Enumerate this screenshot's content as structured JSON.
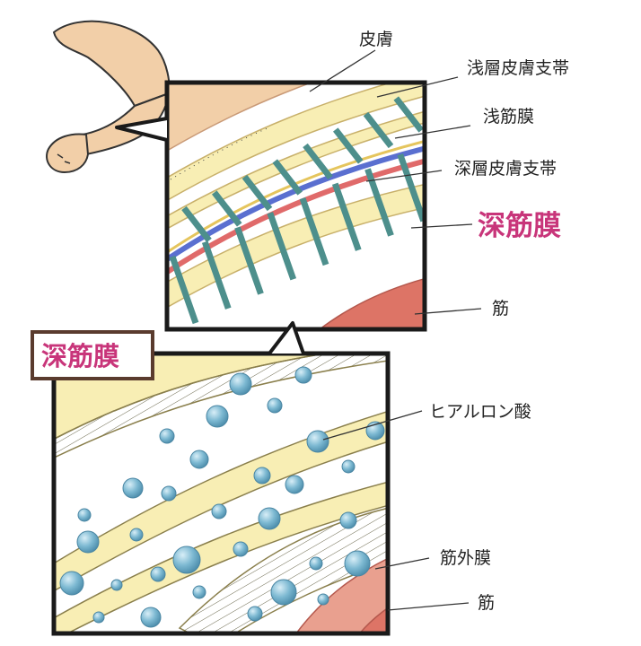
{
  "upper_labels": {
    "skin": "皮膚",
    "superficial_retinaculum": "浅層皮膚支帯",
    "superficial_fascia": "浅筋膜",
    "deep_retinaculum": "深層皮膚支帯",
    "deep_fascia": "深筋膜",
    "muscle": "筋"
  },
  "lower_labels": {
    "title": "深筋膜",
    "hyaluronic_acid": "ヒアルロン酸",
    "epimysium": "筋外膜",
    "muscle": "筋"
  },
  "colors": {
    "skin": "#f2cfa8",
    "fascia_layer": "#f8eeb4",
    "retinaculum_fiber": "#4d8f8c",
    "blood_vessel_red": "#e06a6a",
    "blood_vessel_blue": "#5a6fd0",
    "muscle": "#dd7466",
    "hyaluronic_drop": "#6aaecb",
    "highlight_label": "#c8357a"
  }
}
